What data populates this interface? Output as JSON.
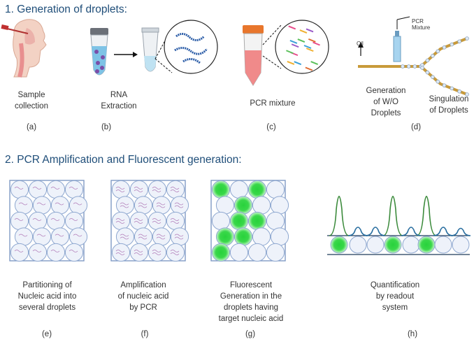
{
  "section1": {
    "title": "1.  Generation of droplets:"
  },
  "section2": {
    "title": "2.  PCR Amplification and Fluorescent generation:"
  },
  "panels": [
    {
      "caption": "Sample\ncollection",
      "letter": "(a)"
    },
    {
      "caption": "RNA\nExtraction",
      "letter": "(b)"
    },
    {
      "caption": "PCR mixture",
      "letter": "(c)"
    },
    {
      "caption": "Generation\nof W/O\nDroplets",
      "caption2": "Singulation\nof Droplets",
      "letter": "(d)",
      "label_oil": "Oil",
      "label_pcr": "PCR\nMixture"
    },
    {
      "caption": "Partitioning of\nNucleic acid into\nseveral droplets",
      "letter": "(e)"
    },
    {
      "caption": "Amplification\nof nucleic acid\nby PCR",
      "letter": "(f)"
    },
    {
      "caption": "Fluorescent\nGeneration in the\ndroplets having\ntarget nucleic acid",
      "letter": "(g)"
    },
    {
      "caption": "Quantification\nby readout\nsystem",
      "letter": "(h)"
    }
  ],
  "colors": {
    "heading": "#1f4e79",
    "fluorescent": "#2ecc40",
    "droplet": "#8fa8d0",
    "peak_green": "#3a8a3a",
    "peak_blue": "#2a6fa0"
  }
}
